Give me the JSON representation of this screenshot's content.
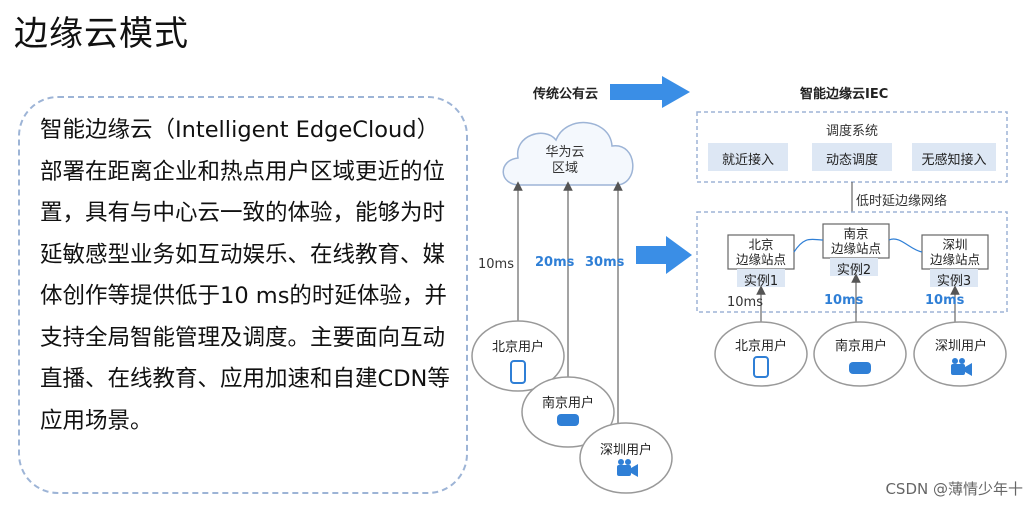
{
  "title": "边缘云模式",
  "description": "智能边缘云（Intelligent EdgeCloud）部署在距离企业和热点用户区域更近的位置，具有与中心云一致的体验，能够为时延敏感型业务如互动娱乐、在线教育、媒体创作等提供低于10 ms的时延体验，并支持全局智能管理及调度。主要面向互动直播、在线教育、应用加速和自建CDN等应用场景。",
  "left_panel": {
    "header": "传统公有云",
    "cloud_label": "华为云\n区域",
    "latencies": [
      "10ms",
      "20ms",
      "30ms"
    ],
    "users": [
      "北京用户",
      "南京用户",
      "深圳用户"
    ]
  },
  "right_panel": {
    "header": "智能边缘云IEC",
    "scheduling_title": "调度系统",
    "scheduling_items": [
      "就近接入",
      "动态调度",
      "无感知接入"
    ],
    "network_label": "低时延边缘网络",
    "edge_sites": [
      {
        "name": "北京\n边缘站点",
        "instance": "实例1"
      },
      {
        "name": "南京\n边缘站点",
        "instance": "实例2"
      },
      {
        "name": "深圳\n边缘站点",
        "instance": "实例3"
      }
    ],
    "latencies": [
      "10ms",
      "10ms",
      "10ms"
    ],
    "users": [
      "北京用户",
      "南京用户",
      "深圳用户"
    ]
  },
  "watermark": "CSDN @薄情少年十",
  "colors": {
    "accent": "#3a8ee6",
    "box_fill": "#dde7f4",
    "border": "#9db4d6"
  }
}
